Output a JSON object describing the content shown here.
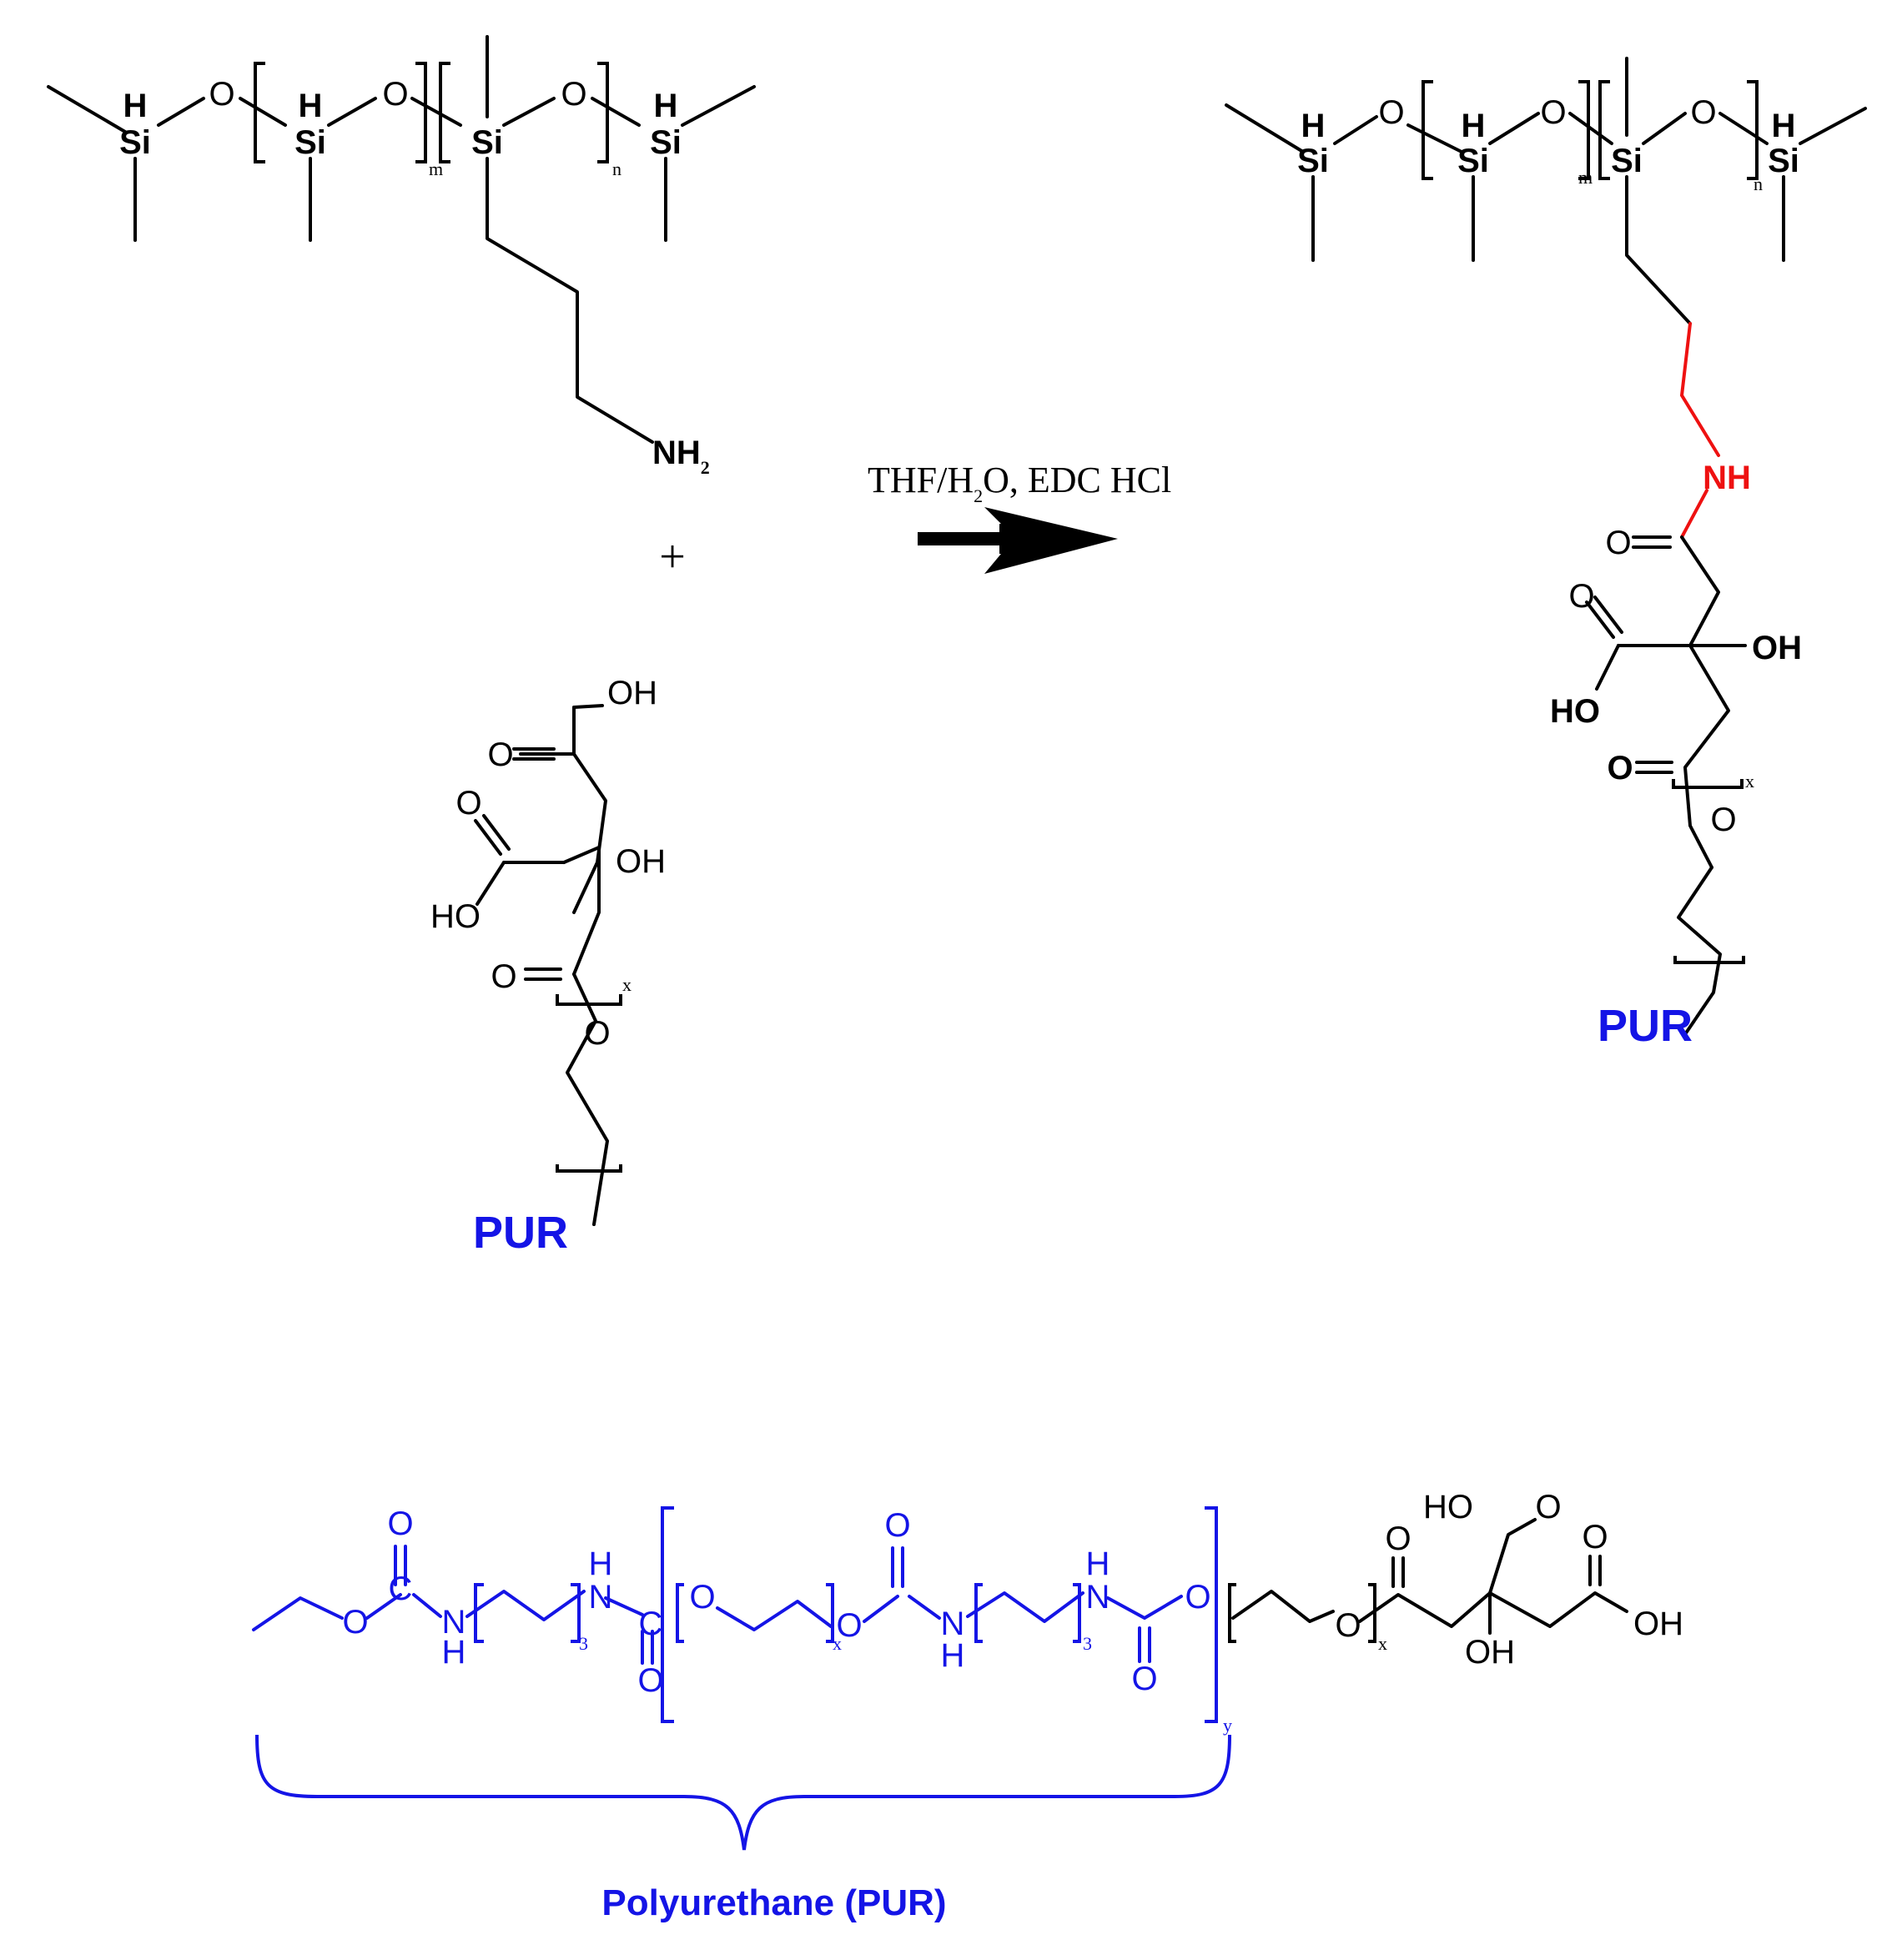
{
  "reaction": {
    "condition": {
      "part1": "THF/H",
      "sub": "2",
      "part2": "O, EDC HCl"
    },
    "plus": "+"
  },
  "atoms": {
    "si": "Si",
    "h": "H",
    "o": "O",
    "oh": "OH",
    "ho": "HO",
    "nh": "NH",
    "n": "N",
    "c": "C",
    "nh2": {
      "main": "NH",
      "sub": "2"
    }
  },
  "subscripts": {
    "m": "m",
    "n": "n",
    "x": "x",
    "y": "y",
    "three": "3"
  },
  "labels": {
    "pur": "PUR",
    "polyurethane": "Polyurethane (PUR)"
  },
  "colors": {
    "bonds": "#000000",
    "new_amide_link": "#ee1111",
    "polyurethane": "#1414e6"
  }
}
